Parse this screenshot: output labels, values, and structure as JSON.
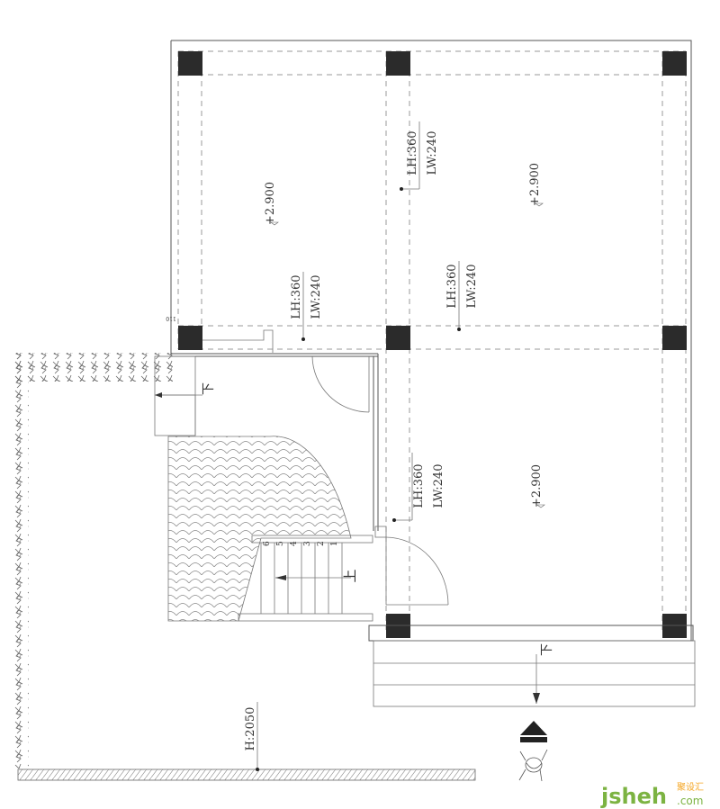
{
  "plan": {
    "elevations": [
      "+2.900",
      "+2.900",
      "+2.900"
    ],
    "beams": [
      {
        "lh": "LH:360",
        "lw": "LW:240"
      },
      {
        "lh": "LH:360",
        "lw": "LW:240"
      },
      {
        "lh": "LH:360",
        "lw": "LW:240"
      },
      {
        "lh": "LH:360",
        "lw": "LW:240"
      }
    ],
    "small_dim": "110",
    "stair_down_label": "下",
    "stair_up_label": "上",
    "entry_down_label": "下",
    "stair_steps": [
      "1",
      "2",
      "3",
      "4",
      "5",
      "6"
    ],
    "wall_height": "H:2050"
  },
  "watermark": {
    "brand": "jsheh.com",
    "brand_cn": "聚设汇"
  },
  "colors": {
    "column": "#2b2b2b",
    "brand_green": "#7cb342",
    "brand_orange": "#f5a623"
  }
}
